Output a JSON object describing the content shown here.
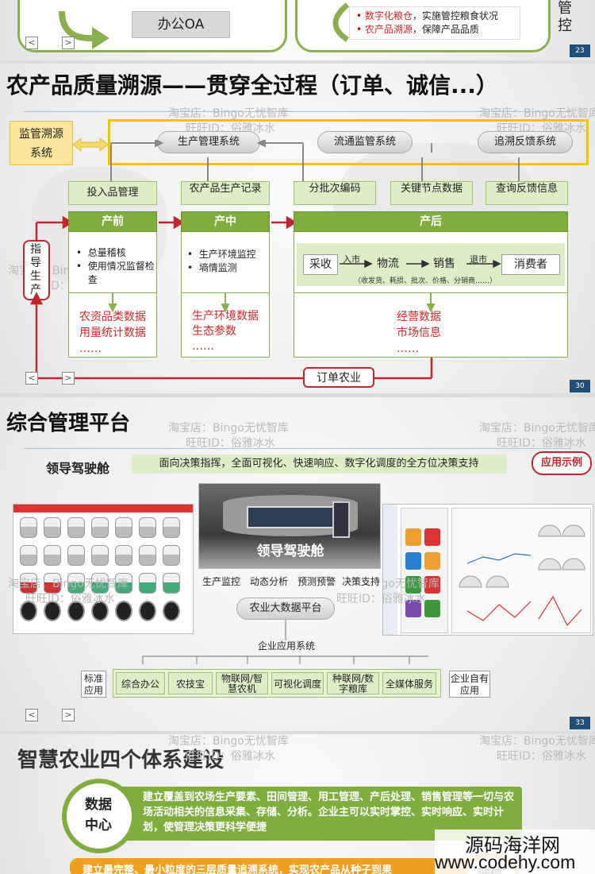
{
  "watermarks": {
    "store": "淘宝店：Bingo无忧智库",
    "wangwang": "旺旺ID：俗雅冰水"
  },
  "slide0": {
    "oa_label": "办公OA",
    "bullet1_red": "数字化粮仓",
    "bullet1_rest": "，实施管控粮食状况",
    "bullet2_red": "农产品溯源",
    "bullet2_rest": "，保障产品品质",
    "side_text": "管控",
    "page_num": "23"
  },
  "slide1": {
    "title": "农产品质量溯源——贯穿全过程（订单、诚信...）",
    "supervision": "监管溯源系统",
    "top_systems": [
      "生产管理系统",
      "流通监管系统",
      "追溯反馈系统"
    ],
    "mid_labels": [
      "投入品管理",
      "农产品生产记录",
      "分批次编码",
      "关键节点数据",
      "查询反馈信息"
    ],
    "guide": "指导生产",
    "pre": {
      "head": "产前",
      "bullets": [
        "总量稽核",
        "使用情况监督检查"
      ],
      "red": [
        "农资品类数据",
        "用量统计数据",
        "……"
      ]
    },
    "mid": {
      "head": "产中",
      "bullets": [
        "生产环境监控",
        "墒情监测"
      ],
      "red": [
        "生产环境数据",
        "生态参数",
        "……"
      ]
    },
    "post": {
      "head": "产后",
      "flow": [
        "采收",
        "物流",
        "销售",
        "消费者"
      ],
      "flow_tags": [
        "入市",
        "退市"
      ],
      "flow_note": "（收发货、耗损、批次、价格、分销商……）",
      "red": [
        "经营数据",
        "市场信息",
        "……"
      ]
    },
    "order": "订单农业",
    "page_num": "30"
  },
  "slide2": {
    "title": "综合管理平台",
    "cockpit_label": "领导驾驶舱",
    "cockpit_desc": "面向决策指挥，全面可视化、快速响应、数字化调度的全方位决策支持",
    "example_badge": "应用示例",
    "center_caption": "领导驾驶舱",
    "functions": [
      "生产监控",
      "动态分析",
      "预测预警",
      "决策支持"
    ],
    "bigdata": "农业大数据平台",
    "enterprise": "企业应用系统",
    "left_tag": "标准应用",
    "right_tag": "企业自有应用",
    "apps": [
      "综合办公",
      "农技宝",
      "物联网/智慧农机",
      "可视化调度",
      "种联网/数字粮库",
      "全媒体服务"
    ],
    "page_num": "33"
  },
  "slide3": {
    "title": "智慧农业四个体系建设",
    "data_center": "数据中心",
    "data_center_desc": "建立覆盖到农场生产要素、田间管理、用工管理、产后处理、销售管理等一切与农场活动相关的信息采集、存储、分析。企业主可以实时掌控、实时响应、实时计划，使管理决策更科学便捷",
    "trace_text": "建立最完整、最小粒度的三层质量追溯系统，实现农产品从种子到果",
    "trust_label": "诚信",
    "brand_cn": "源码海洋网",
    "brand_url": "www.codehy.com"
  },
  "colors": {
    "green": "#7fae3e",
    "light_green": "#dcedc8",
    "red": "#d0262a",
    "navy": "#1f4e79",
    "yellow": "#f5c400",
    "orange": "#f0a020"
  }
}
